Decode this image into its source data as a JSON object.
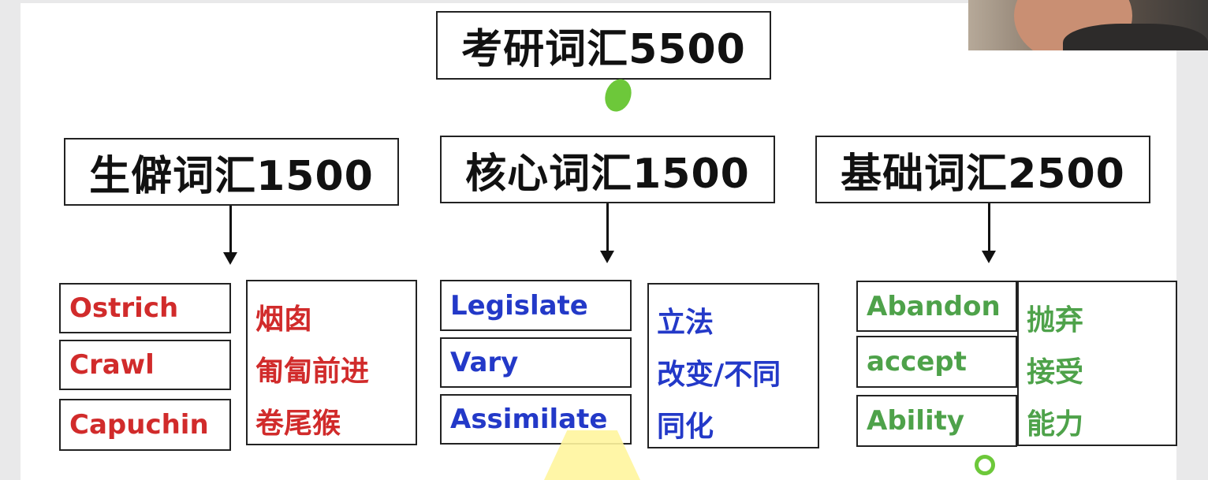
{
  "title": "考研词汇5500",
  "categories": [
    {
      "label": "生僻词汇1500",
      "color": "#d12b2b",
      "words": [
        "Ostrich",
        "Crawl",
        "Capuchin"
      ],
      "translations": [
        "烟囱",
        "匍匐前进",
        "卷尾猴"
      ]
    },
    {
      "label": "核心词汇1500",
      "color": "#2339c8",
      "words": [
        "Legislate",
        "Vary",
        "Assimilate"
      ],
      "translations": [
        "立法",
        "改变/不同",
        "同化"
      ]
    },
    {
      "label": "基础词汇2500",
      "color": "#4ea24a",
      "words": [
        "Abandon",
        "accept",
        "Ability"
      ],
      "translations": [
        "抛弃",
        "接受",
        "能力"
      ]
    }
  ],
  "annotations": {
    "marker_color": "#6dc83a",
    "pointer_color": "#fff59d"
  }
}
